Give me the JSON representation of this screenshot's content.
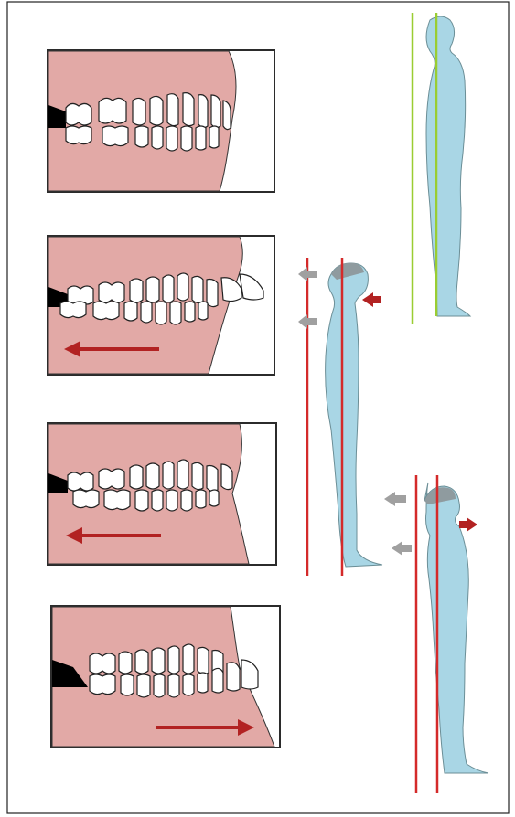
{
  "figure": {
    "panels": [
      {
        "id": "normal-bite",
        "arrow": "none"
      },
      {
        "id": "overbite-retruded-jaw",
        "arrow": "left"
      },
      {
        "id": "retruded-jaw-2",
        "arrow": "left"
      },
      {
        "id": "underbite-protruded-jaw",
        "arrow": "right"
      }
    ],
    "postures": [
      {
        "id": "upright-posture",
        "line_color": "#9acd32",
        "head_arrows": false
      },
      {
        "id": "forward-head-posture",
        "line_color": "#d42a2a",
        "head_arrows": true
      },
      {
        "id": "chin-forward-posture",
        "line_color": "#d42a2a",
        "head_arrows": true
      }
    ],
    "colors": {
      "gum": "#e2a9a6",
      "tooth": "#ffffff",
      "body": "#a9d6e5",
      "head_shade": "#8f9b9f",
      "alignment_red": "#d42a2a",
      "alignment_green": "#9acd32",
      "arrow_red": "#b22222",
      "arrow_gray": "#a0a0a0"
    }
  }
}
